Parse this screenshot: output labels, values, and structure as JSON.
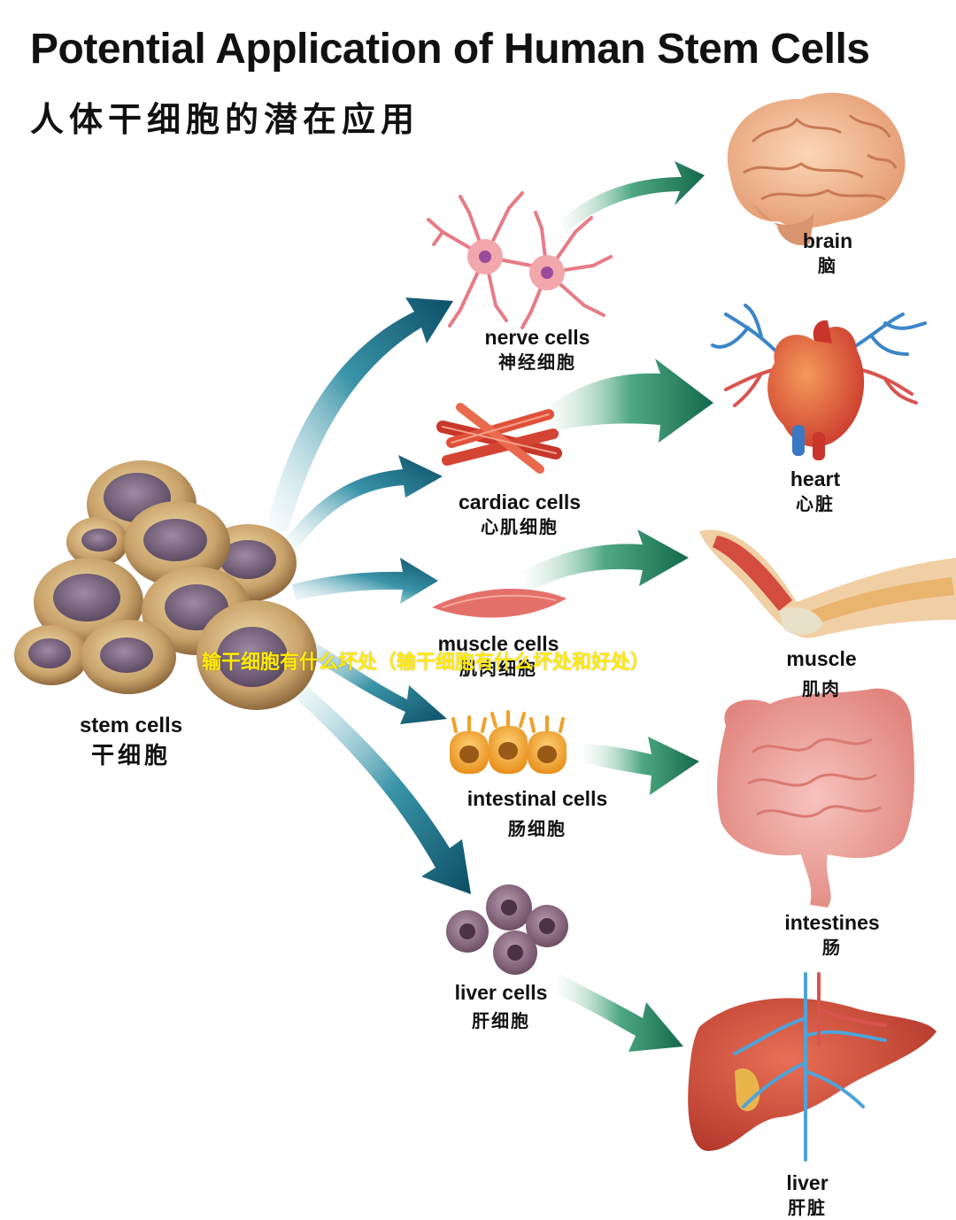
{
  "title": {
    "english": "Potential Application of Human Stem Cells",
    "chinese": "人体干细胞的潜在应用"
  },
  "source": {
    "en": "stem cells",
    "zh": "干细胞"
  },
  "cells": [
    {
      "en": "nerve cells",
      "zh": "神经细胞"
    },
    {
      "en": "cardiac cells",
      "zh": "心肌细胞"
    },
    {
      "en": "muscle cells",
      "zh": "肌肉细胞"
    },
    {
      "en": "intestinal cells",
      "zh": "肠细胞"
    },
    {
      "en": "liver cells",
      "zh": "肝细胞"
    }
  ],
  "organs": [
    {
      "en": "brain",
      "zh": "脑"
    },
    {
      "en": "heart",
      "zh": "心脏"
    },
    {
      "en": "muscle",
      "zh": "肌肉"
    },
    {
      "en": "intestines",
      "zh": "肠"
    },
    {
      "en": "liver",
      "zh": "肝脏"
    }
  ],
  "overlay_text": "输干细胞有什么坏处（输干细胞有什么坏处和好处）",
  "colors": {
    "arrow_blue": "#0e5e77",
    "arrow_green": "#1f7a56",
    "overlay": "#ffea00"
  }
}
